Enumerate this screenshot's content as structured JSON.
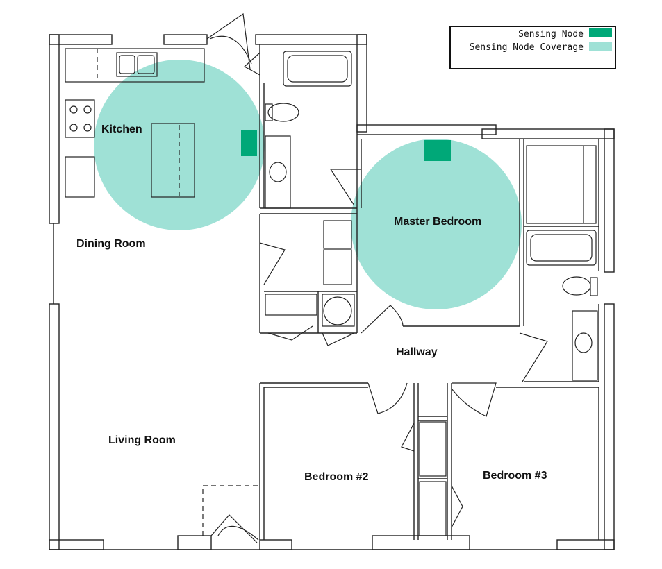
{
  "legend": {
    "items": [
      {
        "label": "Sensing Node",
        "color": "#00a878"
      },
      {
        "label": "Sensing Node Coverage",
        "color": "#9fe1d6"
      }
    ]
  },
  "rooms": {
    "kitchen": "Kitchen",
    "dining_room": "Dining Room",
    "living_room": "Living Room",
    "master_bedroom": "Master Bedroom",
    "hallway": "Hallway",
    "bedroom_2": "Bedroom #2",
    "bedroom_3": "Bedroom #3"
  },
  "colors": {
    "node": "#00a878",
    "coverage": "#9fe1d6",
    "wall": "#222222"
  }
}
